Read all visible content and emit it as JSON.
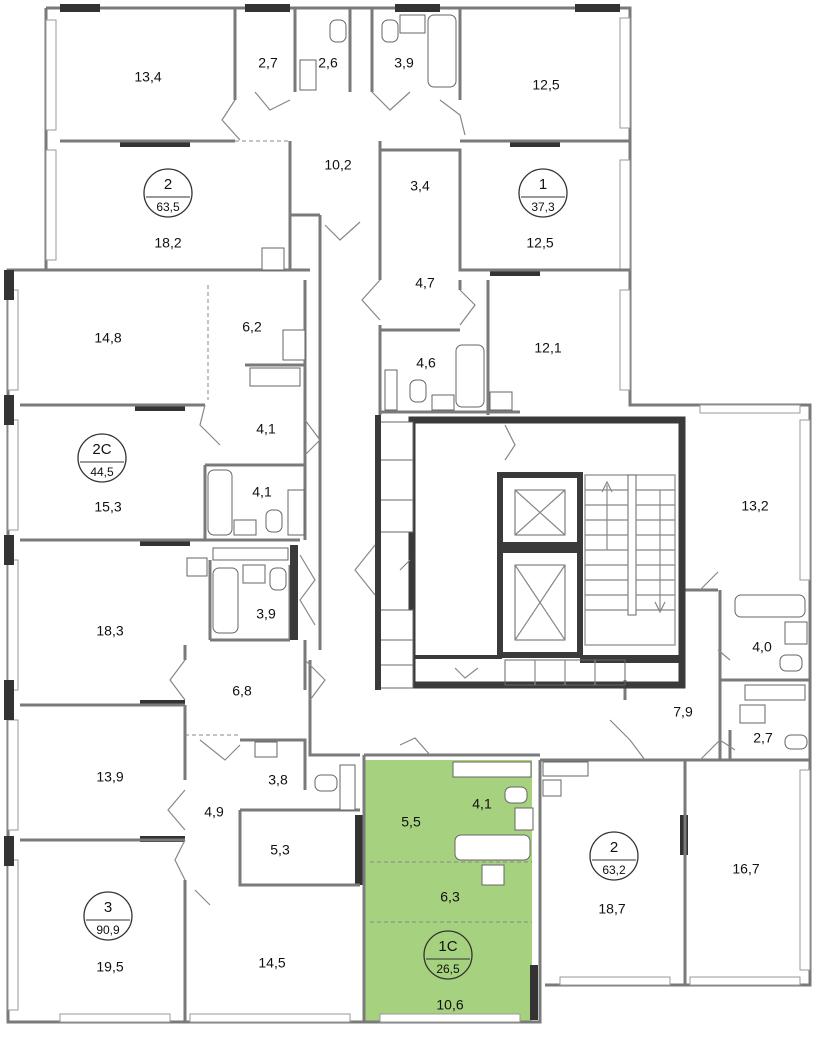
{
  "rooms": [
    {
      "id": "r1",
      "label": "13,4"
    },
    {
      "id": "r2",
      "label": "2,7"
    },
    {
      "id": "r3",
      "label": "2,6"
    },
    {
      "id": "r4",
      "label": "3,9"
    },
    {
      "id": "r5",
      "label": "12,5"
    },
    {
      "id": "r6",
      "label": "10,2"
    },
    {
      "id": "r7",
      "label": "18,2"
    },
    {
      "id": "r8",
      "label": "3,4"
    },
    {
      "id": "r9",
      "label": "12,5"
    },
    {
      "id": "r10",
      "label": "4,7"
    },
    {
      "id": "r11",
      "label": "14,8"
    },
    {
      "id": "r12",
      "label": "6,2"
    },
    {
      "id": "r13",
      "label": "4,6"
    },
    {
      "id": "r14",
      "label": "12,1"
    },
    {
      "id": "r15",
      "label": "4,1"
    },
    {
      "id": "r16",
      "label": "4,1"
    },
    {
      "id": "r17",
      "label": "15,3"
    },
    {
      "id": "r18",
      "label": "13,2"
    },
    {
      "id": "r19",
      "label": "18,3"
    },
    {
      "id": "r20",
      "label": "3,9"
    },
    {
      "id": "r21",
      "label": "4,0"
    },
    {
      "id": "r22",
      "label": "6,8"
    },
    {
      "id": "r23",
      "label": "7,9"
    },
    {
      "id": "r24",
      "label": "2,7"
    },
    {
      "id": "r25",
      "label": "13,9"
    },
    {
      "id": "r26",
      "label": "3,8"
    },
    {
      "id": "r27",
      "label": "5,5"
    },
    {
      "id": "r28",
      "label": "4,1"
    },
    {
      "id": "r29",
      "label": "4,9"
    },
    {
      "id": "r30",
      "label": "5,3"
    },
    {
      "id": "r31",
      "label": "18,7"
    },
    {
      "id": "r32",
      "label": "16,7"
    },
    {
      "id": "r33",
      "label": "6,3"
    },
    {
      "id": "r34",
      "label": "19,5"
    },
    {
      "id": "r35",
      "label": "14,5"
    },
    {
      "id": "r36",
      "label": "10,6"
    }
  ],
  "apartments": [
    {
      "id": "a1",
      "rooms": "2",
      "area": "63,5"
    },
    {
      "id": "a2",
      "rooms": "1",
      "area": "37,3"
    },
    {
      "id": "a3",
      "rooms": "2C",
      "area": "44,5"
    },
    {
      "id": "a4",
      "rooms": "2",
      "area": "63,2"
    },
    {
      "id": "a5",
      "rooms": "3",
      "area": "90,9"
    },
    {
      "id": "a6",
      "rooms": "1C",
      "area": "26,5"
    }
  ],
  "colors": {
    "highlight": "#a6d17e",
    "wall": "#7a7a7a",
    "core": "#3a3a3a"
  }
}
